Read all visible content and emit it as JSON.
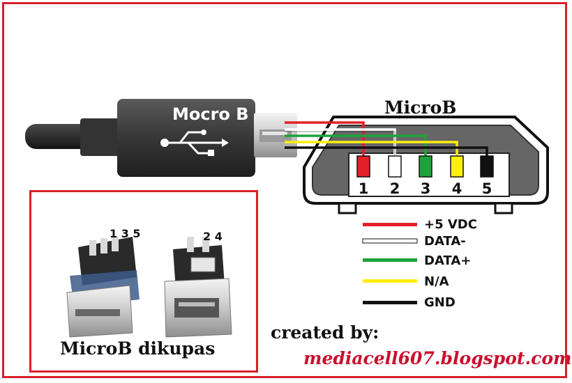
{
  "plug": {
    "label": "Mocro B",
    "icon": "usb-trident-icon"
  },
  "socket": {
    "title": "MicroB",
    "pins": [
      {
        "number": "1",
        "color": "#e32028"
      },
      {
        "number": "2",
        "color": "#ffffff"
      },
      {
        "number": "3",
        "color": "#1fa23a"
      },
      {
        "number": "4",
        "color": "#ffee10"
      },
      {
        "number": "5",
        "color": "#111111"
      }
    ]
  },
  "legend": [
    {
      "label": "+5 VDC",
      "color": "#e32028"
    },
    {
      "label": "DATA-",
      "color": "#ffffff"
    },
    {
      "label": "DATA+",
      "color": "#1fa23a"
    },
    {
      "label": "N/A",
      "color": "#ffee10"
    },
    {
      "label": "GND",
      "color": "#111111"
    }
  ],
  "inset": {
    "title": "MicroB dikupas",
    "left_pin_numbers": "1 3 5",
    "right_pin_numbers": "2 4"
  },
  "credit": {
    "label": "created by:",
    "blog": "mediacell607.blogspot.com"
  },
  "colors": {
    "border": "#d8202a",
    "blog_text": "#c8102e"
  }
}
